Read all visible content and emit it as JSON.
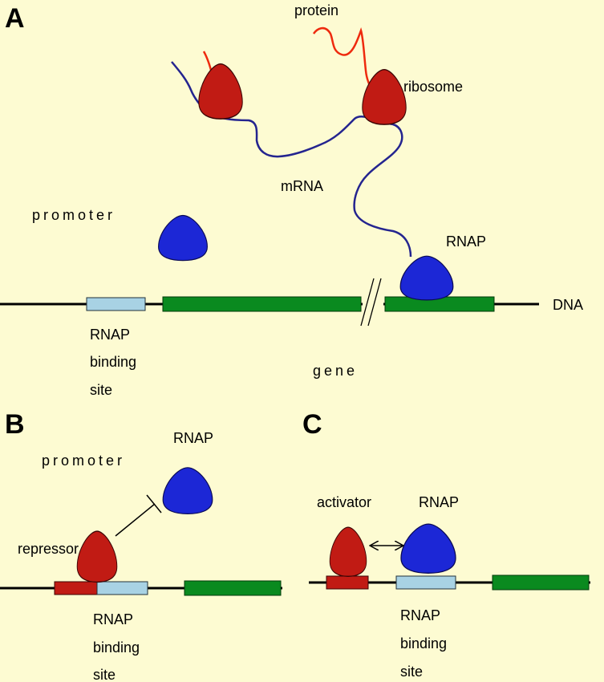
{
  "panel_a": {
    "letter": "A",
    "label_protein": "protein",
    "label_ribosome": "ribosome",
    "label_mrna": "mRNA",
    "label_promoter": "promoter",
    "label_rnap": "RNAP",
    "label_dna": "DNA",
    "site_label": [
      "RNAP",
      "binding",
      "site"
    ],
    "label_gene": "gene"
  },
  "panel_b": {
    "letter": "B",
    "label_rnap": "RNAP",
    "label_promoter": "promoter",
    "label_repressor": "repressor",
    "site_label": [
      "RNAP",
      "binding",
      "site"
    ]
  },
  "panel_c": {
    "letter": "C",
    "label_activator": "activator",
    "label_rnap": "RNAP",
    "site_label": [
      "RNAP",
      "binding",
      "site"
    ]
  },
  "colors": {
    "background": "#fdfbd2",
    "rnap": "#1c27d6",
    "ribosome_repressor_activator": "#c11b14",
    "mrna": "#24248f",
    "protein": "#ee2a0e",
    "gene": "#0a8a1f",
    "binding_site": "#a8d2e4"
  }
}
